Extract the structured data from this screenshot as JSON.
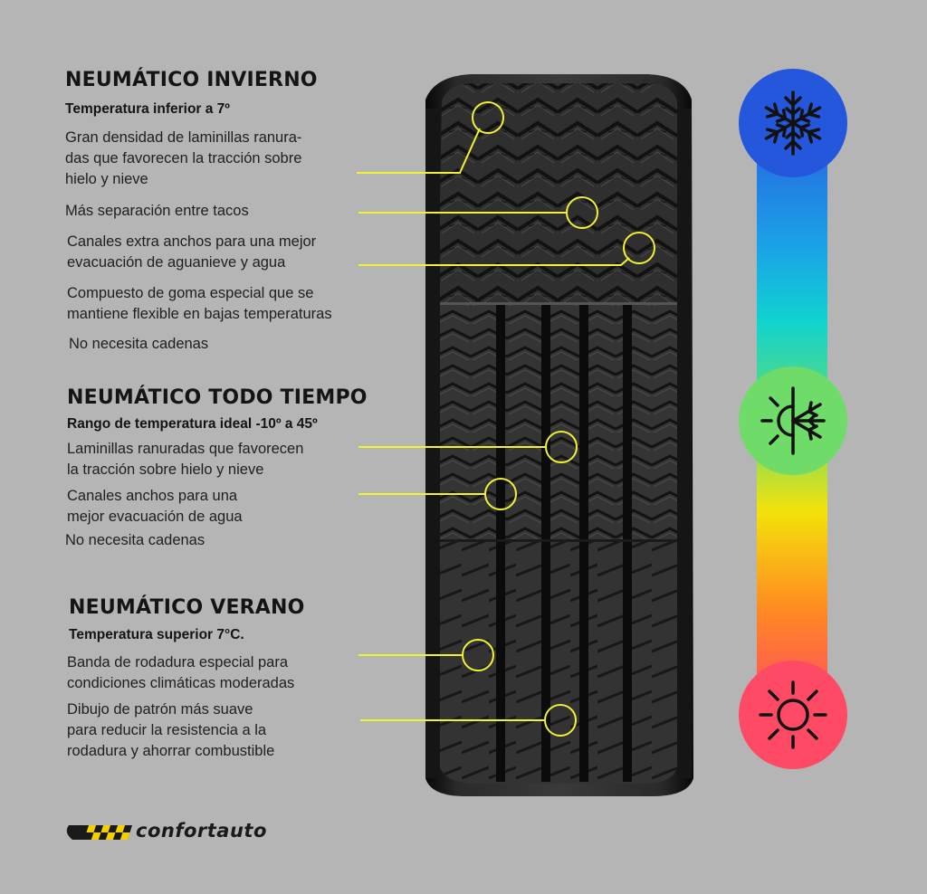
{
  "sections": [
    {
      "id": "winter",
      "title": "NEUMÁTICO INVIERNO",
      "subtitle": "Temperatura inferior a 7º",
      "items": [
        {
          "lines": [
            "Gran densidad de laminillas ranura-",
            "das que favorecen la tracción sobre",
            "hielo y nieve"
          ]
        },
        {
          "lines": [
            "Más separación entre tacos"
          ]
        },
        {
          "lines": [
            "Canales extra anchos para una mejor",
            "evacuación de aguanieve y agua"
          ]
        },
        {
          "lines": [
            "Compuesto de goma especial que se",
            "mantiene flexible en bajas temperaturas"
          ]
        },
        {
          "lines": [
            "No necesita cadenas"
          ]
        }
      ]
    },
    {
      "id": "allseason",
      "title": "NEUMÁTICO TODO TIEMPO",
      "subtitle": "Rango de temperatura ideal  -10º a 45º",
      "items": [
        {
          "lines": [
            "Laminillas ranuradas que favorecen",
            "la tracción sobre hielo y nieve"
          ]
        },
        {
          "lines": [
            "Canales anchos para  una",
            "mejor evacuación de agua"
          ]
        },
        {
          "lines": [
            "No necesita cadenas"
          ]
        }
      ]
    },
    {
      "id": "summer",
      "title": "NEUMÁTICO VERANO",
      "subtitle": "Temperatura superior 7°C.",
      "items": [
        {
          "lines": [
            "Banda de rodadura especial para",
            "condiciones climáticas moderadas"
          ]
        },
        {
          "lines": [
            "Dibujo de patrón más suave",
            "para reducir la resistencia a la",
            "rodadura y ahorrar combustible"
          ]
        }
      ]
    }
  ],
  "temperature_scale": {
    "icons": [
      "snowflake-icon",
      "half-sun-snowflake-icon",
      "sun-icon"
    ],
    "colors": {
      "cold": "#1f4fd6",
      "cool": "#10c7cf",
      "mild": "#6fd66a",
      "warm": "#f5d90a",
      "hot": "#ff3d6e"
    }
  },
  "accent_color": "#f2f230",
  "brand": {
    "name": "confortauto",
    "logo_color": "#f5d000"
  }
}
